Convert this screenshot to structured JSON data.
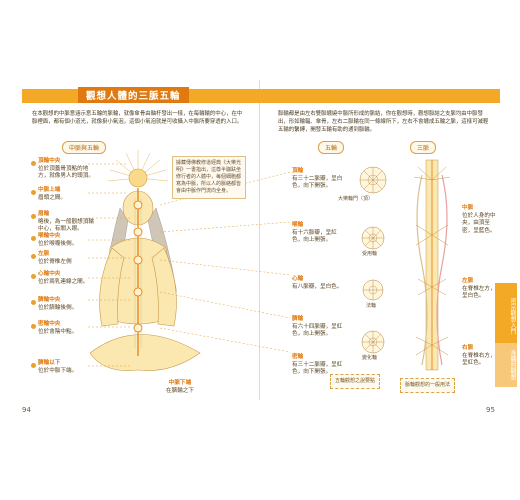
{
  "title": "觀想人體的三脈五輪",
  "intro_left": "在本觀想的中脈意涵示意五輪的脈輪，就像傘骨由軸杆發出一樣，在每輪輪的中心，在中脈裡面，都有個小道光，就像掛小氣泡，這個小氣泡就是可收攝入中脈所要穿透的入口。",
  "intro_right": "脈輪都是由左右雙脈纏繞中脈所形成的脈結，你在觀想時，觀想脈結之支脈均由中脈發出，形如輪輻、傘骨，左右二脈輪在同一條線所下，左右不會纏成五輪之脈，這樣可減輕五輪的繫縛，開發五輪有助的通到脈輪。",
  "left_section": "中脈與五輪",
  "mid_section": "五輪",
  "right_section": "三脈",
  "quote": "據藏傳佛教修道經典《大樂光明》一書指出，這尊半跏趺坐修行者的人體中，每個細胞都寫為中脈，所以人的脈絡都皆會由中脈作門流向全身。",
  "chakras_left": [
    {
      "name": "頂輪中央",
      "desc": "位於頂蓋骨頂點的地方，就像男人的頭頂。"
    },
    {
      "name": "中脈上端",
      "desc": "眉頭之間。"
    },
    {
      "name": "眉輪",
      "desc": "略後，為一般觀想頂輪中心，有關入眼。"
    },
    {
      "name": "喉輪中央",
      "desc": "位於喉嚨後側。"
    },
    {
      "name": "左脈",
      "desc": "位於脊椎左側"
    },
    {
      "name": "心輪中央",
      "desc": "位於兩乳連線之間。"
    },
    {
      "name": "臍輪中央",
      "desc": "位於臍輪後側。"
    },
    {
      "name": "密輪中央",
      "desc": "位於會陰中點。"
    },
    {
      "name": "臍輪以下",
      "desc": "位於中脈下端。"
    }
  ],
  "chakras_mid": [
    {
      "name": "頂輪",
      "desc": "有三十二脈瓣，呈白色，向下開張。"
    },
    {
      "name": "喉輪",
      "desc": "有十六脈瓣，呈紅色，向上開張。"
    },
    {
      "name": "心輪",
      "desc": "有八脈瓣，呈白色。"
    },
    {
      "name": "臍輪",
      "desc": "有六十四脈瓣，呈紅色，向上開張。"
    },
    {
      "name": "密輪",
      "desc": "有三十二脈瓣，呈紅色，向下開張。"
    }
  ],
  "mandala_labels": [
    "大樂輪門（頂）",
    "受用輪",
    "法輪",
    "變化輪"
  ],
  "right_labels": [
    {
      "name": "中脈",
      "desc": "位於人身的中央，由頂至密，呈藍色。"
    },
    {
      "name": "左脈",
      "desc": "在脊椎左方，呈白色。"
    },
    {
      "name": "右脈",
      "desc": "在脊椎右方，呈紅色。"
    }
  ],
  "bottom_label": "中脈下端",
  "bottom_sub": "在臍輪之下",
  "note_mid": "五輪觀想之說要點",
  "note_right": "脈輪觀想的一般用法",
  "page_left": "94",
  "page_right": "95",
  "side_tabs": [
    "密宗觀想入門",
    "身體的觀想"
  ],
  "colors": {
    "accent": "#f3a826",
    "accent_dark": "#e07a10",
    "figure_fill": "#fbe7b0"
  }
}
